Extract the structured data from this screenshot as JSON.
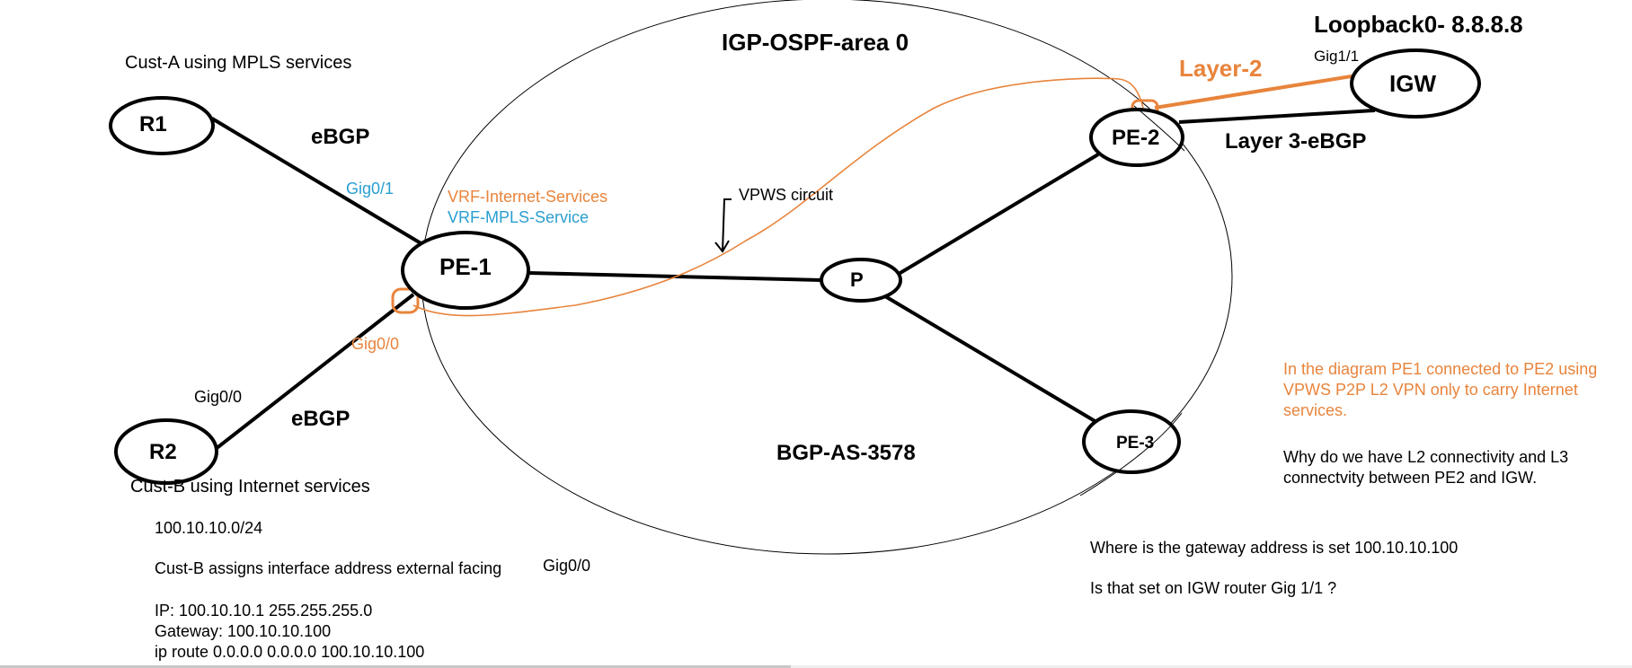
{
  "colors": {
    "orange": "#e8843c",
    "blue": "#2a9fd0",
    "line": "#000000"
  },
  "regions": {
    "igp": "IGP-OSPF-area 0",
    "bgp_as": "BGP-AS-3578"
  },
  "nodes": {
    "r1": "R1",
    "r2": "R2",
    "pe1": "PE-1",
    "pe2": "PE-2",
    "pe3": "PE-3",
    "p": "P",
    "igw": "IGW"
  },
  "labels": {
    "cust_a": "Cust-A using MPLS services",
    "ebgp_top": "eBGP",
    "ebgp_bottom": "eBGP",
    "gig01": "Gig0/1",
    "gig00_pe1": "Gig0/0",
    "gig00_r2": "Gig0/0",
    "vrf_internet": "VRF-Internet-Services",
    "vrf_mpls": "VRF-MPLS-Service",
    "vpws": "VPWS circuit",
    "loopback": "Loopback0- 8.8.8.8",
    "gig11": "Gig1/1",
    "layer2": "Layer-2",
    "layer3": "Layer 3-eBGP"
  },
  "cust_b": {
    "title": "Cust-B using Internet services",
    "subnet": "100.10.10.0/24",
    "assign_text": "Cust-B assigns interface address external facing",
    "assign_iface": "Gig0/0",
    "ip": "IP: 100.10.10.1 255.255.255.0",
    "gateway": "Gateway: 100.10.10.100",
    "route": "ip route 0.0.0.0 0.0.0.0 100.10.10.100"
  },
  "notes": {
    "orange_lines": [
      "In the diagram PE1 connected to PE2 using",
      "VPWS P2P L2 VPN only to carry Internet",
      "services."
    ],
    "question_lines": [
      "Why do we have L2 connectivity and L3",
      "connectvity between PE2 and IGW."
    ],
    "gateway_question": "Where is the gateway address is set 100.10.10.100",
    "igw_question": "Is that set on IGW router Gig 1/1 ?"
  }
}
